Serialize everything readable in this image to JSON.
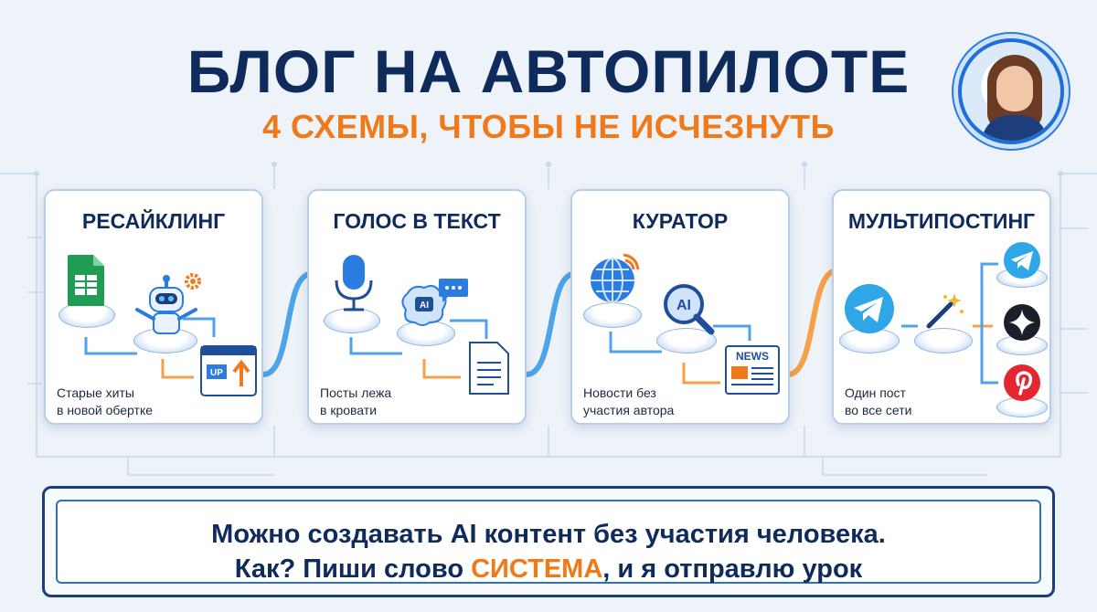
{
  "title": "БЛОГ НА АВТОПИЛОТЕ",
  "subtitle": "4 СХЕМЫ, ЧТОБЫ НЕ ИСЧЕЗНУТЬ",
  "colors": {
    "navy": "#0f2b5c",
    "orange": "#f07a1a",
    "blue": "#2b7ce0"
  },
  "cards": [
    {
      "title": "РЕСАЙКЛИНГ",
      "caption": [
        "Старые хиты",
        "в новой обертке"
      ],
      "icons": [
        "spreadsheet-icon",
        "robot-icon",
        "gear-icon",
        "upload-window-icon"
      ],
      "badge": "UP"
    },
    {
      "title": "ГОЛОС В ТЕКСТ",
      "caption": [
        "Посты лежа",
        "в кровати"
      ],
      "icons": [
        "microphone-icon",
        "ai-brain-icon",
        "chat-bubble-icon",
        "document-icon"
      ],
      "badge": "AI"
    },
    {
      "title": "КУРАТОР",
      "caption": [
        "Новости без",
        "участия автора"
      ],
      "icons": [
        "globe-icon",
        "ai-magnifier-icon",
        "newspaper-icon"
      ],
      "badge": "AI",
      "news_label": "NEWS"
    },
    {
      "title": "МУЛЬТИПОСТИНГ",
      "caption": [
        "Один пост",
        "во все сети"
      ],
      "icons": [
        "telegram-icon",
        "magic-wand-icon",
        "telegram-small-icon",
        "star-app-icon",
        "pinterest-icon"
      ]
    }
  ],
  "footer": {
    "line1": "Можно создавать AI контент без участия человека.",
    "line2_before": "Как? Пиши слово ",
    "line2_accent": "СИСТЕМА",
    "line2_after": ", и я отправлю урок"
  }
}
